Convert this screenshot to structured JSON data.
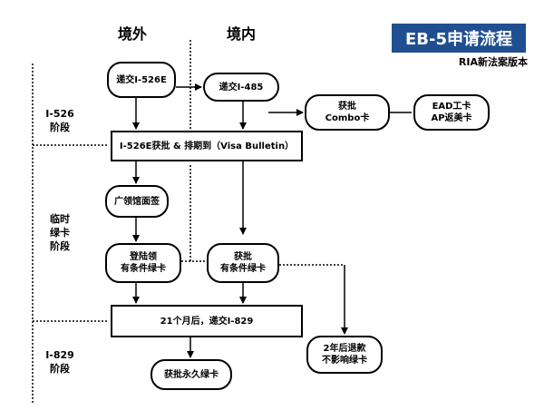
{
  "title": "EB-5申请流程",
  "subtitle": "RIA新法案版本",
  "columns": {
    "overseas": "境外",
    "domestic": "境内"
  },
  "stages": {
    "i526": [
      "I-526",
      "阶段"
    ],
    "temp": [
      "临时",
      "绿卡",
      "阶段"
    ],
    "i829": [
      "I-829",
      "阶段"
    ]
  },
  "nodes": {
    "submit_i526e": [
      "递交I-526E"
    ],
    "submit_i485": [
      "递交I-485"
    ],
    "approve_combo": [
      "获批",
      "Combo卡"
    ],
    "ead_ap": [
      "EAD工卡",
      "AP返美卡"
    ],
    "i526e_approved": [
      "I-526E获批 & 排期到（Visa Bulletin）"
    ],
    "consulate_interview": [
      "广领馆面签"
    ],
    "land_conditional": [
      "登陆领",
      "有条件绿卡"
    ],
    "approve_conditional": [
      "获批",
      "有条件绿卡"
    ],
    "after_21_months": [
      "21个月后，递交I-829"
    ],
    "refund_note": [
      "2年后退款",
      "不影响绿卡"
    ],
    "approve_permanent": [
      "获批永久绿卡"
    ]
  },
  "colors": {
    "badge": "#1f4f91",
    "badge_text": "#ffffff",
    "line": "#000000"
  }
}
